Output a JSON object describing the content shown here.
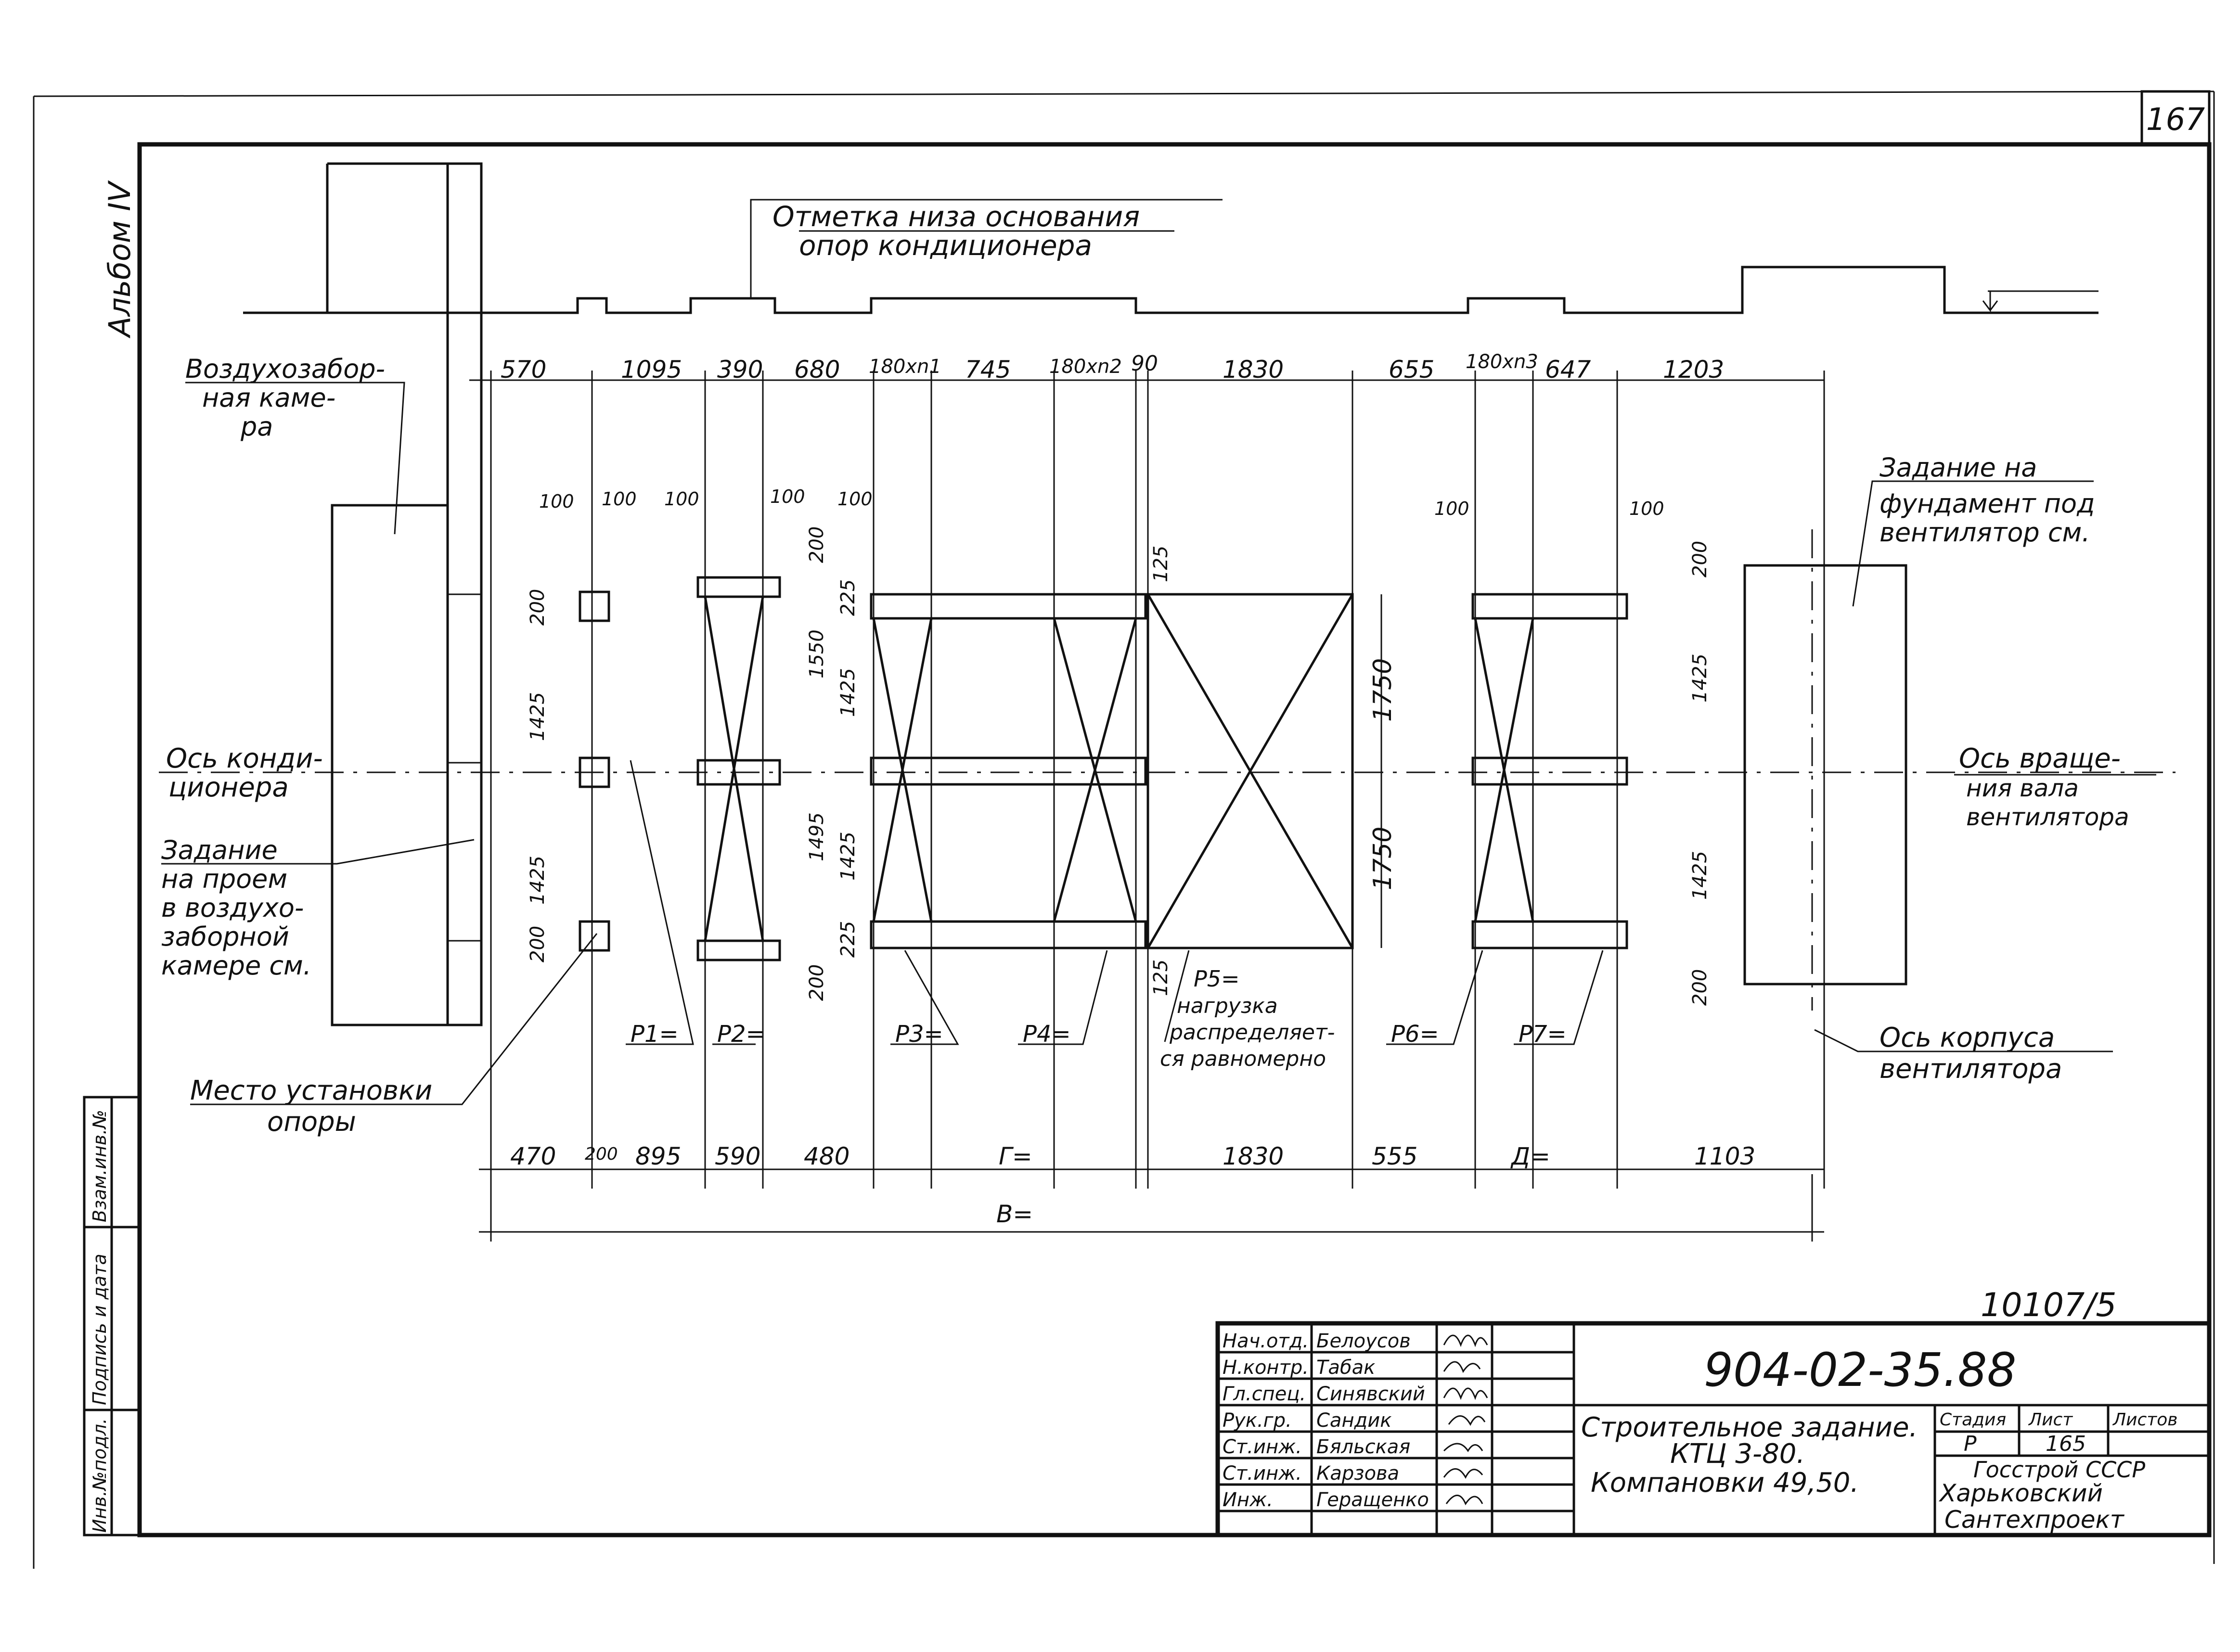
{
  "sheet": {
    "page_number": "167",
    "album": "Альбом IV",
    "archive_number": "10107/5"
  },
  "annotations": {
    "base_mark": [
      "Отметка низа основания",
      "опор кондиционера"
    ],
    "intake_chamber": [
      "Воздухозабор-",
      "ная каме-",
      "ра"
    ],
    "conditioner_axis": [
      "Ось конди-",
      "ционера"
    ],
    "opening_task": [
      "Задание",
      "на проем",
      "в воздухо-",
      "заборной",
      "камере см."
    ],
    "support_place": [
      "Место установки",
      "опоры"
    ],
    "fan_foundation_task": [
      "Задание на",
      "фундамент под",
      "вентилятор см."
    ],
    "fan_shaft_axis": [
      "Ось враще-",
      "ния вала",
      "вентилятора"
    ],
    "fan_casing_axis": [
      "Ось корпуса",
      "вентилятора"
    ],
    "p5_note": [
      "P5=",
      "нагрузка",
      "распределяет-",
      "ся равномерно"
    ]
  },
  "loads": [
    "P1=",
    "P2=",
    "P3=",
    "P4=",
    "P6=",
    "P7="
  ],
  "dimensions": {
    "top_row": [
      "570",
      "1095",
      "390",
      "680",
      "180xn1",
      "745",
      "180xn2",
      "90",
      "1830",
      "655",
      "180xn3",
      "647",
      "1203"
    ],
    "bottom_row": [
      "470",
      "200",
      "895",
      "590",
      "480",
      "Г=",
      "1830",
      "555",
      "Д=",
      "1103"
    ],
    "total": "В=",
    "small_100": "100",
    "small_200": "200",
    "small_225": "225",
    "v_1425": "1425",
    "v_1550": "1550",
    "v_1495": "1495",
    "v_1750": "1750",
    "v_125": "125"
  },
  "title_block": {
    "code": "904-02-35.88",
    "title": [
      "Строительное задание.",
      "КТЦ 3-80.",
      "Компановки 49,50."
    ],
    "stage_label": "Стадия",
    "sheet_label": "Лист",
    "sheets_label": "Листов",
    "stage": "Р",
    "sheet": "165",
    "org": [
      "Госстрой СССР",
      "Харьковский",
      "Сантехпроект"
    ],
    "roles": [
      {
        "role": "Нач.отд.",
        "name": "Белоусов"
      },
      {
        "role": "Н.контр.",
        "name": "Табак"
      },
      {
        "role": "Гл.спец.",
        "name": "Синявский"
      },
      {
        "role": "Рук.гр.",
        "name": "Сандик"
      },
      {
        "role": "Ст.инж.",
        "name": "Бяльская"
      },
      {
        "role": "Ст.инж.",
        "name": "Карзова"
      },
      {
        "role": "Инж.",
        "name": "Геращенко"
      }
    ]
  },
  "side_stamp": [
    "Инв.№подл.",
    "Подпись и дата",
    "Взам.инв.№"
  ]
}
